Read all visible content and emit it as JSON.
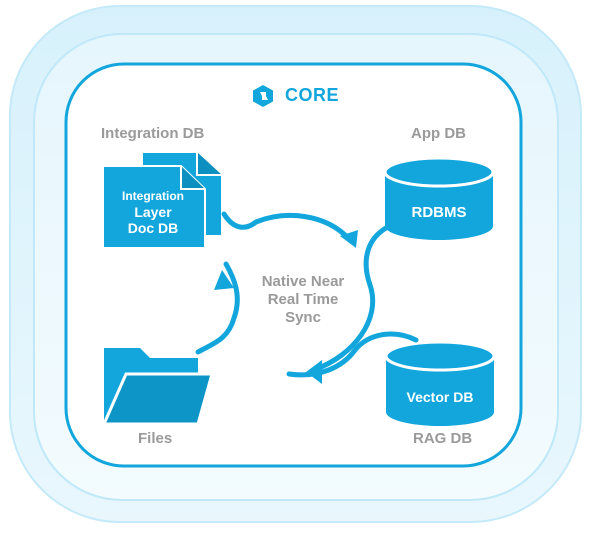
{
  "core": {
    "title": "CORE",
    "icon": "core-logo-icon"
  },
  "integration": {
    "caption": "Integration DB",
    "line1": "Integration",
    "line2": "Layer",
    "line3": "Doc DB"
  },
  "app": {
    "caption": "App DB",
    "box": "RDBMS"
  },
  "rag": {
    "caption": "RAG DB",
    "box": "Vector DB"
  },
  "files": {
    "caption": "Files",
    "icon": "folder-icon"
  },
  "sync": {
    "line1": "Native Near",
    "line2": "Real Time",
    "line3": "Sync"
  },
  "colors": {
    "accent": "#12a6dc",
    "label": "#9a9a9a",
    "frame": "#d6f0fb"
  }
}
